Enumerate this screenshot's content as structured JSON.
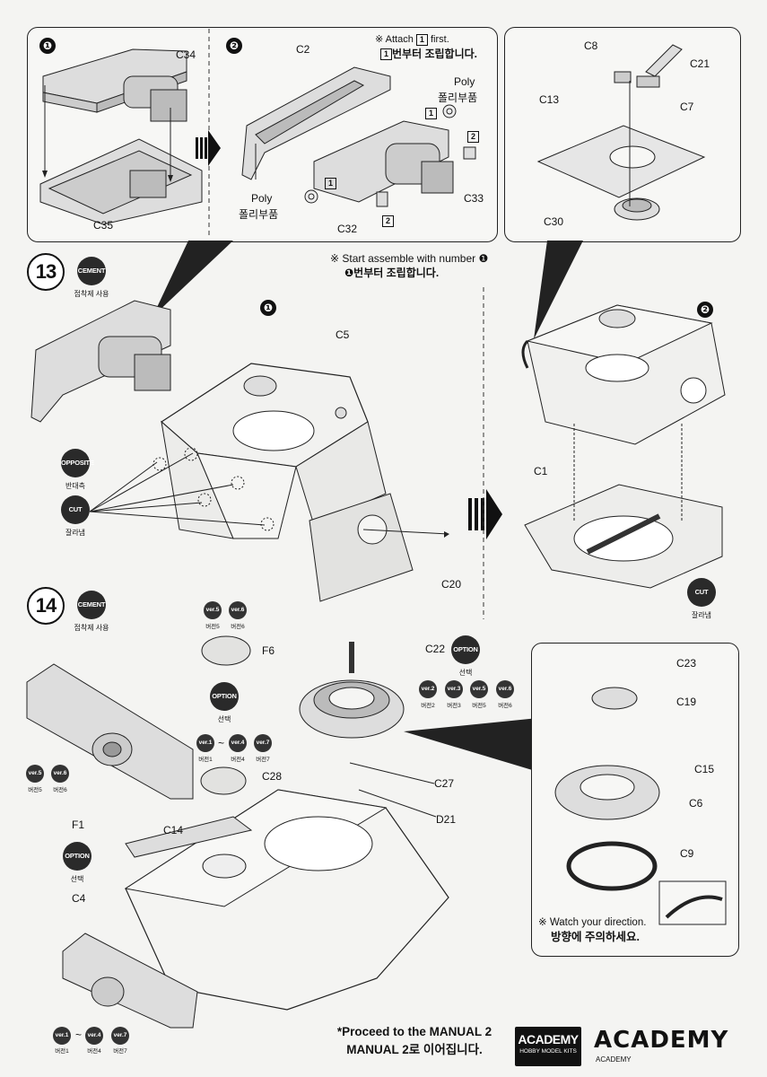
{
  "panels": {
    "top_left": {
      "sub1": "❶",
      "sub2": "❷",
      "attach_note_en": "※ Attach",
      "attach_note_box": "1",
      "attach_note_en_end": "first.",
      "attach_note_ko_box": "1",
      "attach_note_ko": "번부터 조립합니다.",
      "parts": {
        "c34": "C34",
        "c35": "C35",
        "c2": "C2",
        "c32": "C32",
        "c33": "C33"
      },
      "poly1_en": "Poly",
      "poly1_ko": "폴리부품",
      "poly2_en": "Poly",
      "poly2_ko": "폴리부품",
      "box1": "1",
      "box2": "2",
      "box1b": "1",
      "box2b": "2"
    },
    "top_right": {
      "parts": {
        "c8": "C8",
        "c21": "C21",
        "c13": "C13",
        "c7": "C7",
        "c30": "C30"
      }
    }
  },
  "step13": {
    "number": "13",
    "cement_badge": "CEMENT",
    "cement_ko": "접착제 사용",
    "start_note_en": "※ Start assemble with number ❶",
    "start_note_ko": "❶번부터 조립합니다.",
    "sub1": "❶",
    "sub2": "❷",
    "opposite_badge": "OPPOSITE",
    "opposite_ko": "반대측",
    "cut_badge": "CUT",
    "cut_ko": "잘라냄",
    "cut2_badge": "CUT",
    "cut2_ko": "잘라냄",
    "parts": {
      "c5": "C5",
      "c20": "C20",
      "c1": "C1"
    }
  },
  "step14": {
    "number": "14",
    "cement_badge": "CEMENT",
    "cement_ko": "접착제 사용",
    "parts": {
      "f6": "F6",
      "c22": "C22",
      "c28": "C28",
      "c27": "C27",
      "d21": "D21",
      "f1": "F1",
      "c14": "C14",
      "c4": "C4",
      "c23": "C23",
      "c19": "C19",
      "c15": "C15",
      "c6": "C6",
      "c9": "C9"
    },
    "option1_badge": "OPTION",
    "option1_ko": "선택",
    "option2_badge": "OPTION",
    "option2_ko": "선택",
    "option3_badge": "OPTION",
    "option3_ko": "선택",
    "f6_vers": [
      {
        "badge": "ver.5",
        "ko": "버전5"
      },
      {
        "badge": "ver.6",
        "ko": "버전6"
      }
    ],
    "c28_vers": [
      {
        "badge": "ver.1",
        "ko": "버전1"
      },
      {
        "badge": "ver.4",
        "ko": "버전4"
      },
      {
        "badge": "ver.7",
        "ko": "버전7"
      }
    ],
    "c28_tilde": "~",
    "c22_vers": [
      {
        "badge": "ver.2",
        "ko": "버전2"
      },
      {
        "badge": "ver.3",
        "ko": "버전3"
      },
      {
        "badge": "ver.5",
        "ko": "버전5"
      },
      {
        "badge": "ver.6",
        "ko": "버전6"
      }
    ],
    "f1_vers": [
      {
        "badge": "ver.5",
        "ko": "버전5"
      },
      {
        "badge": "ver.6",
        "ko": "버전6"
      }
    ],
    "c4_vers": [
      {
        "badge": "ver.1",
        "ko": "버전1"
      },
      {
        "badge": "ver.4",
        "ko": "버전4"
      },
      {
        "badge": "ver.7",
        "ko": "버전7"
      }
    ],
    "c4_tilde": "~",
    "watch_en": "※ Watch your direction.",
    "watch_ko": "방향에 주의하세요."
  },
  "footer": {
    "proceed_en": "*Proceed to the MANUAL 2",
    "proceed_ko": "MANUAL 2로 이어집니다.",
    "logo_box": "ACADEMY",
    "logo_box_sub": "HOBBY MODEL KITS",
    "logo_big": "ACADEMY",
    "logo_small": "ACADEMY"
  }
}
